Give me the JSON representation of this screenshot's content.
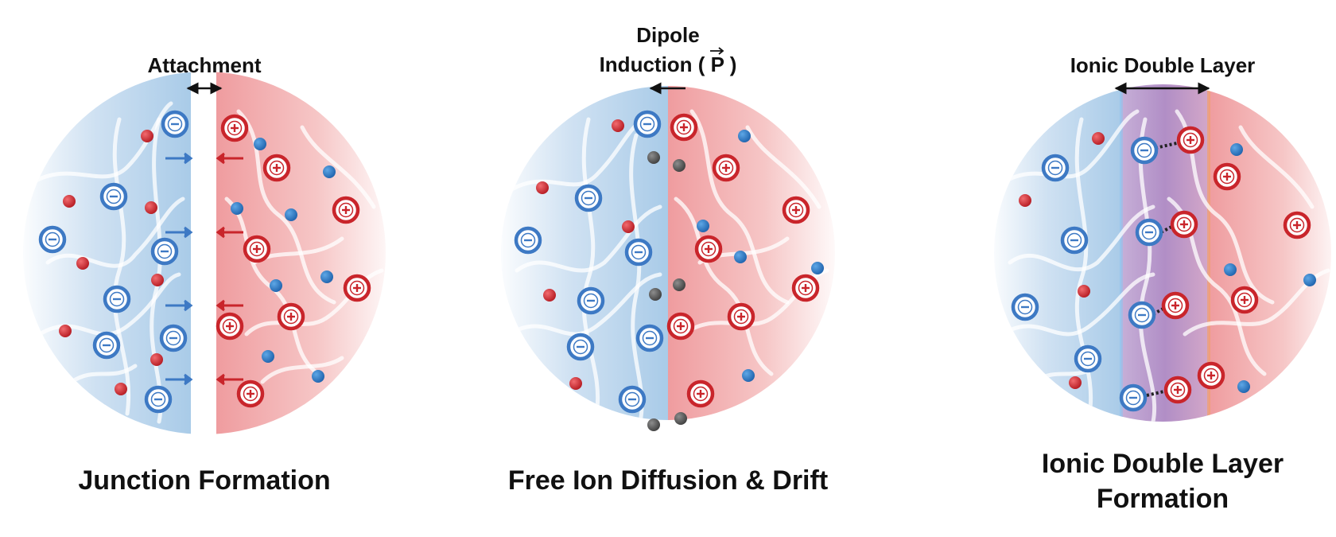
{
  "panels": [
    {
      "id": "junction",
      "caption": [
        "Junction Formation"
      ],
      "top_label": [
        "Attachment"
      ],
      "top_arrow": "double"
    },
    {
      "id": "diffusion",
      "caption": [
        "Free Ion Diffusion & Drift"
      ],
      "top_label": [
        "Dipole",
        "Induction ( P )"
      ],
      "vector_symbol": "P",
      "top_arrow": "left"
    },
    {
      "id": "double-layer",
      "caption": [
        "Ionic Double Layer",
        "Formation"
      ],
      "top_label": [
        "Ionic Double Layer"
      ],
      "top_arrow": "double"
    }
  ],
  "colors": {
    "blue": "#3d79c4",
    "red": "#c9252b",
    "blue_bg": "#a9cbe8",
    "red_bg": "#f1a9a9",
    "purple": "#b18ec6",
    "neutral": "#5a5a5a"
  },
  "symbols": {
    "anion": "−",
    "cation": "+"
  }
}
